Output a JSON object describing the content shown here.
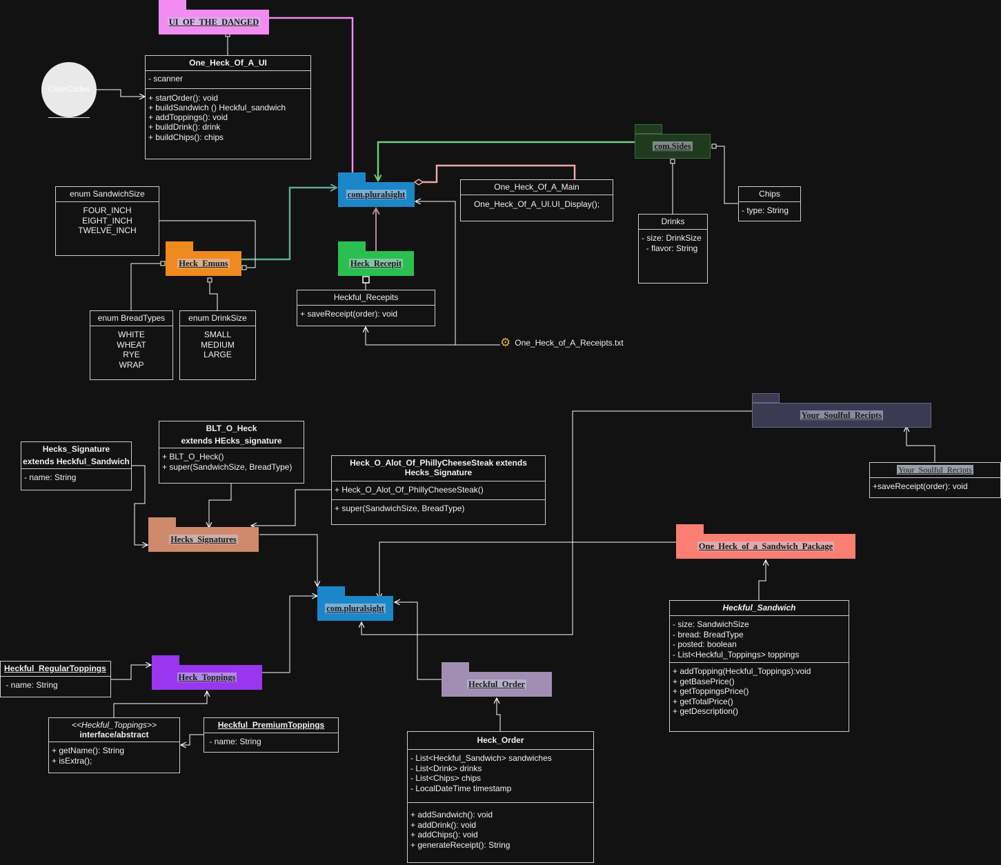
{
  "packages": {
    "ui": {
      "label": "UI_OF_THE_DANGED",
      "color": "#f28cf2"
    },
    "pluralsight_top": {
      "label": "com.pluralsight",
      "color": "#1b87c9"
    },
    "sides": {
      "label": "com.Sides",
      "color": "#1e3b1e"
    },
    "emuns": {
      "label": "Heck_Emuns",
      "color": "#f08a1e"
    },
    "recepit": {
      "label": "Heck_Recepit",
      "color": "#2bbf52"
    },
    "soulful": {
      "label": "Your_Soulful_Recipts",
      "color": "#3c3a52"
    },
    "signatures": {
      "label": "Hecks_Signatures",
      "color": "#cf8a6c"
    },
    "sandwich_pkg": {
      "label": "One_Heck_of_a_Sandwich_Package",
      "color": "#fa7f72"
    },
    "pluralsight_bottom": {
      "label": "com.pluralsight",
      "color": "#1b87c9"
    },
    "toppings": {
      "label": "Heck_Toppings",
      "color": "#9a35f0"
    },
    "order_pkg": {
      "label": "Heckful_Order",
      "color": "#a08fb2"
    }
  },
  "colorcodes": {
    "label": "ColorCodes"
  },
  "receipts_file": {
    "label": "One_Heck_of_A_Receipts.txt",
    "icon": "gear-icon"
  },
  "classes": {
    "ui_class": {
      "title": "One_Heck_Of_A_UI",
      "attrs": "- scanner",
      "methods": "+ startOrder(): void\n+ buildSandwich () Heckful_sandwich\n+ addToppings(): void\n+ buildDrink(): drink\n+ buildChips(): chips"
    },
    "main_class": {
      "title": "One_Heck_Of_A_Main",
      "body": "One_Heck_Of_A_UI.UI_Display();"
    },
    "sandwich_size": {
      "title": "enum SandwichSize",
      "body": "FOUR_INCH\nEIGHT_INCH\nTWELVE_INCH"
    },
    "bread_types": {
      "title": "enum BreadTypes",
      "body": "WHITE\nWHEAT\nRYE\nWRAP"
    },
    "drink_size": {
      "title": "enum DrinkSize",
      "body": "SMALL\nMEDIUM\nLARGE"
    },
    "recepits": {
      "title": "Heckful_Recepits",
      "body": "+ saveReceipt(order): void"
    },
    "drinks": {
      "title": "Drinks",
      "body": "- size: DrinkSize\n  - flavor: String"
    },
    "chips": {
      "title": "Chips",
      "body": "- type: String"
    },
    "soulful_class": {
      "title": "Your_Soulful_Recipts",
      "body": "+saveReceipt(order): void"
    },
    "hecks_signature": {
      "title": "Hecks_Signature\nextends Heckful_Sandwich",
      "body": "- name: String"
    },
    "blt": {
      "title": "BLT_O_Heck\nextends HEcks_signature",
      "body": "+ BLT_O_Heck()\n+ super(SandwichSize, BreadType)"
    },
    "philly": {
      "title": "Heck_O_Alot_Of_PhillyCheeseSteak extends\nHecks_Signature",
      "sec1": "+ Heck_O_Alot_Of_PhillyCheeseSteak()",
      "sec2": "+ super(SandwichSize, BreadType)"
    },
    "heckful_sandwich": {
      "title": "Heckful_Sandwich",
      "attrs": "- size: SandwichSize\n- bread: BreadType\n- posted: boolean\n- List<Heckful_Toppings> toppings",
      "methods": "+ addTopping(Heckful_Toppings):void\n+ getBasePrice()\n+ getToppingsPrice()\n+ getTotalPrice()\n+ getDescription()"
    },
    "regular_toppings": {
      "title": "Heckful_RegularToppings",
      "body": " - name: String"
    },
    "toppings_iface": {
      "title1": "<<Heckful_Toppings>>",
      "title2": "interface/abstract",
      "body": "+ getName(): String\n+ isExtra();"
    },
    "premium_toppings": {
      "title": "Heckful_PremiumToppings",
      "body": " - name: String"
    },
    "heck_order": {
      "title": "Heck_Order",
      "attrs": "- List<Heckful_Sandwich> sandwiches\n- List<Drink> drinks\n- List<Chips> chips\n- LocalDateTime timestamp",
      "methods": "+ addSandwich(): void\n+ addDrink(): void\n+ addChips(): void\n+ generateReceipt(): String"
    }
  }
}
